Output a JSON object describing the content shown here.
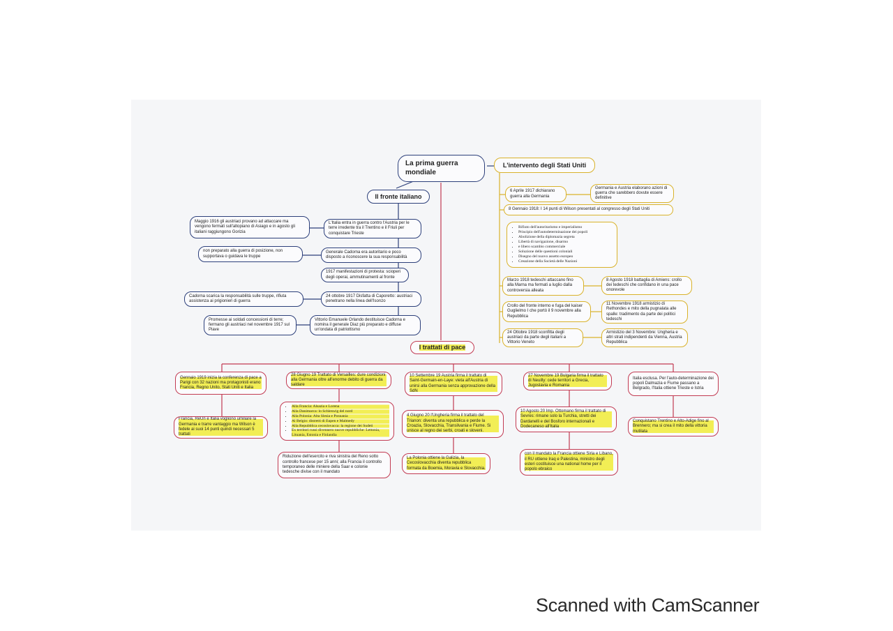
{
  "title": "La prima guerra mondiale",
  "fronte": {
    "label": "Il fronte italiano",
    "right": [
      "L'Italia entra in guerra contro l'Austria per le terre irredente tra il Trentino e il Friuli per conquistare Trieste",
      "Generale Cadorna era autoritario e poco disposto a riconoscere la sua responsabilità",
      "1917 manifestazioni di protesta: scioperi degli operai, ammutinamenti al fronte",
      "24 ottobre 1917 Disfatta di Caporetto: austriaci penetrano nella linea dell'Isonzo",
      "Vittorio Emanuele Orlando destituisce Cadorna e nomina il generale Diaz più preparato e diffuse un'ondata di patriottismo"
    ],
    "left": [
      "Maggio 1916 gli austriaci provano ad attaccare ma vengono fermati sull'altopiano di Asiago e in agosto gli italiani raggiungono Gorizia",
      "non preparato alla guerra di posizione, non supportava o guidava le truppe",
      "Cadorna scarica la responsabilità sulle truppe, rifiuta assistenza ai prigionieri di guerra",
      "Promesse ai soldati concessioni di terre; fermano gli austriaci nel novembre 1917 sul Piave"
    ]
  },
  "usa": {
    "label": "L'intervento degli Stati Uniti",
    "apr1917": "6 Aprile 1917 dichiarano guerra alla Germania",
    "azioni": "Germania e Austria elaborano azioni di guerra che sarebbero dovute essere definitive",
    "wilson": "8 Gennaio 1918: I 14 punti di Wilson presentati al congresso degli Stati Uniti",
    "points": [
      "Rifiuto dell'autoritarismo e imperialismo",
      "Principio dell'autodeterminazione dei popoli",
      "Abolizione della diplomazia segreta",
      "Libertà di navigazione, disarmo",
      "e libero scambio commerciale",
      "Soluzione delle questioni coloniali",
      "Disegno del nuovo assetto europeo",
      "Creazione della Società delle Nazioni"
    ],
    "mar1918": "Marzo 1918 tedeschi attaccano fino alla Marna ma fermati a luglio dalla controversia alleata",
    "ago1918": "8 Agosto 1918 battaglia di Amiens: crollo dei tedeschi che confidano in una pace onorevole",
    "crollo": "Crollo del fronte interno e fuga del kaiser Guglielmo I che portò il 9 novembre alla Repubblica",
    "nov1918": "11 Novembre 1918 armistizio di Rethondes e mito della pugnalata alle spalle: tradimento da parte dei politici tedeschi",
    "ott1918": "24 Ottobre 1918 sconfitta degli austriaci da parte degli italiani a Vittorio Veneto",
    "armistizio": "Armistizio del 3 Novembre: Ungheria e altri strati indipendenti da Vienna, Austria Repubblica"
  },
  "trattati": {
    "label": "I trattati di pace",
    "c1": {
      "a": "Gennaio 1919 inizia la conferenza di pace a Parigi con 32 nazioni ma protagonisti erano Francia, Regno Unito, Stati Uniti e Italia",
      "b": "Francia, ReUn e Italia vogliono umiliare la Germania e trarre vantaggio ma Wilson è fedele ai suoi 14 punti quindi necessari 5 trattati"
    },
    "c2": {
      "a": "28 Giugno 19 Trattato di Versailles: dure condizioni alla Germania oltre all'enorme debito di guerra da saldare",
      "list": [
        "Alla Francia: Alsazia e Lorena",
        "Alla Danimarca: lo Schleswig del nord",
        "Alla Polonia: Alta Slesia e Posnania",
        "Al Belgio: distretti di Eupen e Malmedy",
        "Alla Repubblica cecoslovacca: la regione dei Sudeti",
        "Ex territori russi divennero nuove repubbliche: Lettonia, Lituania, Estonia e Finlandia"
      ],
      "c": "Riduzione dell'esercito e riva sinistra del Reno sotto controllo francese per 15 anni; alla Francia il controllo temporaneo delle miniere della Saar e colonie tedesche divise con il mandato"
    },
    "c3": {
      "a": "10 Settembre 19 Austria firma il trattato di Saint-Germain-en-Laye: vieta all'Austria di unirsi alla Germania senza approvazione della SdN",
      "b": "4 Giugno 20 l'Ungheria firma il trattato del Trianon: diventa una repubblica e perde la Croazia, Slovacchia, Transilvania e Fiume. Si unisce al regno dei serbi, croati e sloveni.",
      "c": "La Polonia ottiene la Galizia, la Cecoslovacchia diventa repubblica formata da Boemia, Moravia e Slovacchia."
    },
    "c4": {
      "a": "27 Novembre 19 Bulgaria firma il trattato di Neuilly: cede territori a Grecia, Jugoslavia e Romania",
      "b": "10 Agosto 20 Imp. Ottomano firma il trattato di Sevres: rimane solo la Turchia, stretti dei Dardanelli e del Bosforo internazionali e Dodecaneso all'Italia",
      "c": "con il mandato la Francia ottiene Siria e Libano, il RU ottiene Iraq e Palestina, ministro degli esteri costituisce una national home per il popolo ebraico"
    },
    "c5": {
      "a": "Italia esclusa. Per l'auto-determinazione dei popoli Dalmazia e Fiume passano a Belgrado, l'Italia ottiene Trieste e Istria",
      "b": "Conquistano Trentino e Alto-Adige fino al Brennero; ma si crea il mito della vittoria mutilata"
    }
  },
  "footer": "Scanned with CamScanner"
}
